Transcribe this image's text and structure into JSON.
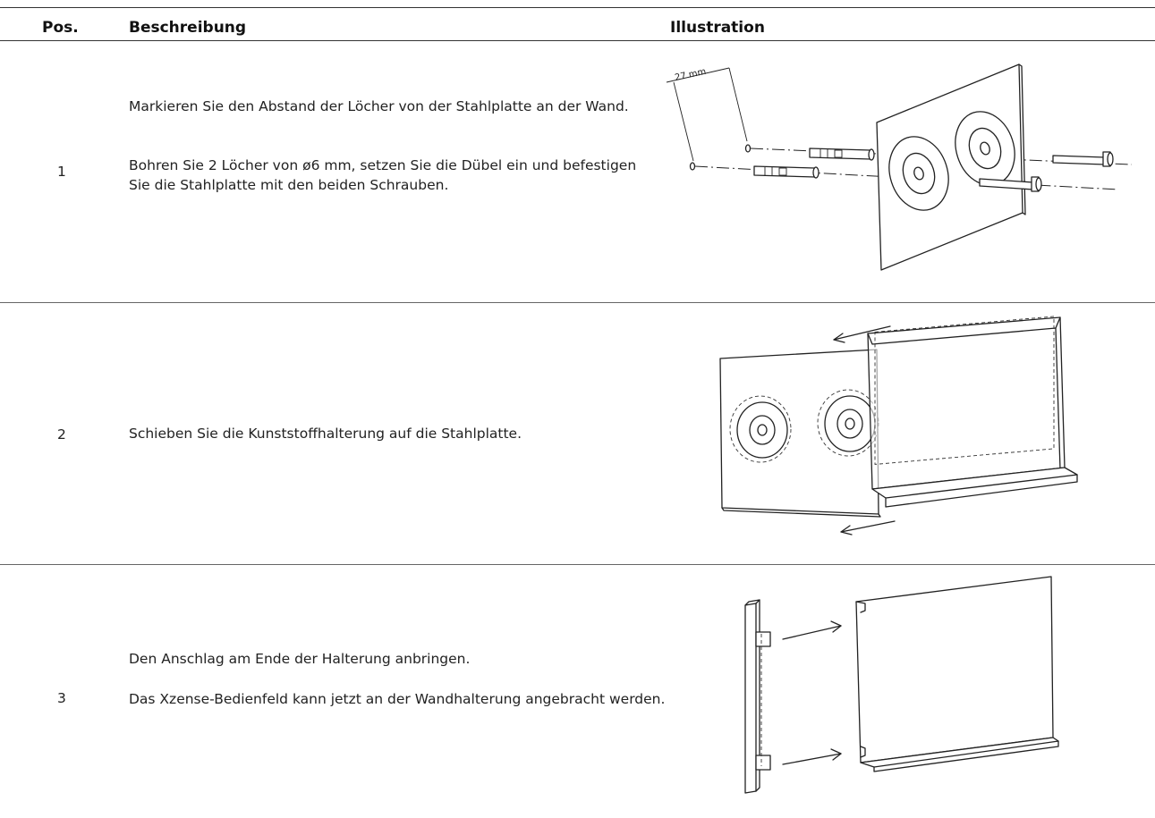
{
  "table": {
    "headers": {
      "pos": "Pos.",
      "description": "Beschreibung",
      "illustration": "Illustration"
    },
    "rows": [
      {
        "pos": "1",
        "paragraphs": [
          "Markieren Sie den Abstand der Löcher von der Stahlplatte an der Wand.",
          "Bohren Sie 2 Löcher von ø6 mm, setzen Sie die Dübel ein und befestigen Sie die Stahlplatte mit den beiden Schrauben."
        ],
        "illustration": {
          "dimension_label": "27 mm"
        }
      },
      {
        "pos": "2",
        "paragraphs": [
          "Schieben Sie die Kunststoffhalterung auf die Stahlplatte."
        ]
      },
      {
        "pos": "3",
        "paragraphs": [
          "Den Anschlag am Ende der Halterung anbringen.",
          "Das Xzense-Bedienfeld kann jetzt an der Wandhalterung angebracht werden."
        ]
      }
    ]
  }
}
